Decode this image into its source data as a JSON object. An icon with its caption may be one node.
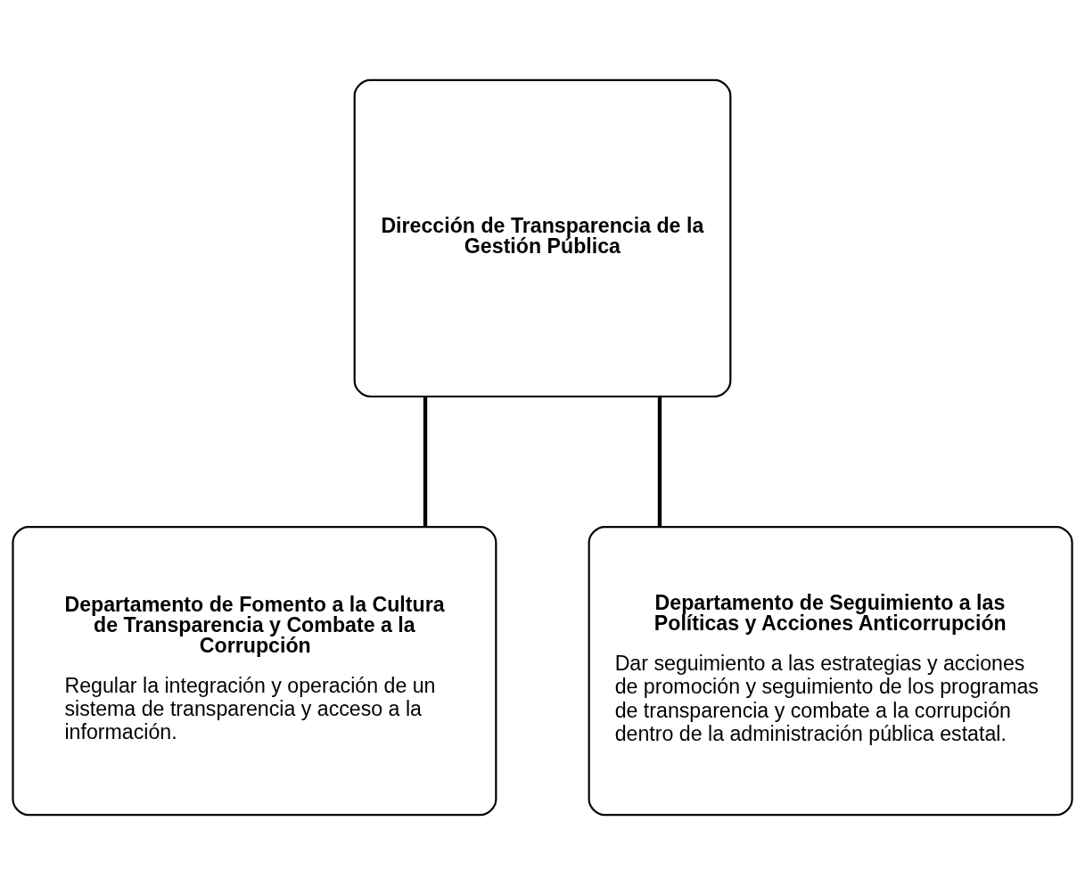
{
  "diagram": {
    "nodes": [
      {
        "text": [
          "Dirección de Transparencia de la Gestión Pública"
        ]
      },
      {
        "text": [
          "Departamento de Fomento a la Cultura de Transparencia y Combate a la Corrupción",
          "Regular la integración y operación de un sistema de transparencia y acceso a la información."
        ]
      },
      {
        "text": [
          "Departamento de Seguimiento a las Políticas y Acciones Anticorrupción",
          "Dar seguimiento a las estrategias y acciones de promoción y seguimiento de los programas de transparencia y combate a la corrupción dentro de la administración pública estatal."
        ]
      }
    ],
    "edges": [
      {
        "from": 0,
        "to": 1,
        "arrow": "none"
      },
      {
        "from": 0,
        "to": 2,
        "arrow": "none"
      }
    ]
  }
}
